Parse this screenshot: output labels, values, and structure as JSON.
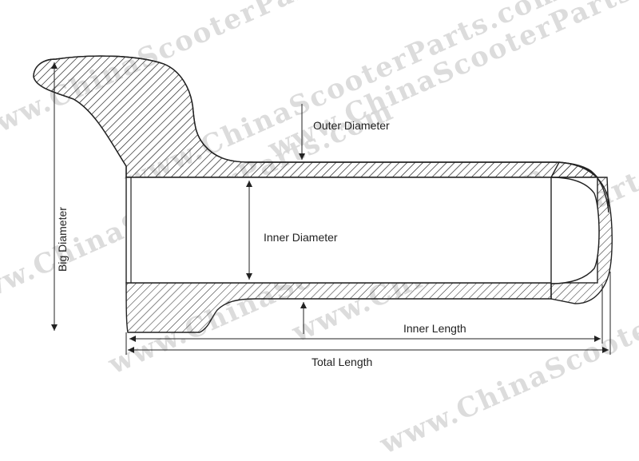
{
  "watermark": {
    "text": "www.ChinaScooterParts.com"
  },
  "labels": {
    "outer_diameter": "Outer Diameter",
    "inner_diameter": "Inner Diameter",
    "big_diameter": "Big Diameter",
    "inner_length": "Inner Length",
    "total_length": "Total Length"
  }
}
